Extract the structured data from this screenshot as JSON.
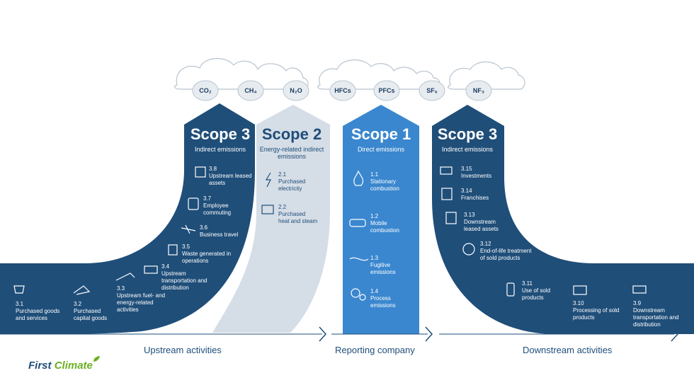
{
  "gases": [
    "CO₂",
    "CH₄",
    "N₂O",
    "HFCs",
    "PFCs",
    "SF₆",
    "NF₃"
  ],
  "scopes": {
    "upstream": {
      "title": "Scope 3",
      "subtitle": "Indirect emissions"
    },
    "energy": {
      "title": "Scope 2",
      "subtitle": "Energy-related indirect emissions"
    },
    "direct": {
      "title": "Scope 1",
      "subtitle": "Direct emissions"
    },
    "downstream": {
      "title": "Scope 3",
      "subtitle": "Indirect emissions"
    }
  },
  "scope2_items": [
    {
      "num": "2.1",
      "text": "Purchased electricity"
    },
    {
      "num": "2.2",
      "text": "Purchased heat and steam"
    }
  ],
  "scope1_items": [
    {
      "num": "1.1",
      "text": "Stationary combustion"
    },
    {
      "num": "1.2",
      "text": "Mobile combustion"
    },
    {
      "num": "1.3",
      "text": "Fugitive emissions"
    },
    {
      "num": "1.4",
      "text": "Process emissions"
    }
  ],
  "upstream_items": [
    {
      "num": "3.8",
      "text": "Upstream leased assets"
    },
    {
      "num": "3.7",
      "text": "Employee commuting"
    },
    {
      "num": "3.6",
      "text": "Business travel"
    },
    {
      "num": "3.5",
      "text": "Waste generated in operations"
    },
    {
      "num": "3.4",
      "text": "Upstream transportation and distribution"
    },
    {
      "num": "3.3",
      "text": "Upstream fuel- and energy-related activities"
    },
    {
      "num": "3.2",
      "text": "Purchased capital goods"
    },
    {
      "num": "3.1",
      "text": "Purchased goods and services"
    }
  ],
  "downstream_items": [
    {
      "num": "3.15",
      "text": "Investments"
    },
    {
      "num": "3.14",
      "text": "Franchises"
    },
    {
      "num": "3.13",
      "text": "Downstream leased assets"
    },
    {
      "num": "3.12",
      "text": "End-of-life treatment of sold products"
    },
    {
      "num": "3.11",
      "text": "Use of sold products"
    },
    {
      "num": "3.10",
      "text": "Processing of sold products"
    },
    {
      "num": "3.9",
      "text": "Downstream transportation and distribution"
    }
  ],
  "bottom_labels": {
    "upstream": "Upstream activities",
    "reporting": "Reporting company",
    "downstream": "Downstream activities"
  },
  "logo": {
    "word1": "First",
    "word2": "Climate"
  },
  "colors": {
    "dark_blue": "#1f4e79",
    "mid_blue": "#3a87cf",
    "light_gray_blue": "#d5dde6",
    "cloud_outline": "#b8c4d0",
    "logo_green": "#6ab023"
  }
}
